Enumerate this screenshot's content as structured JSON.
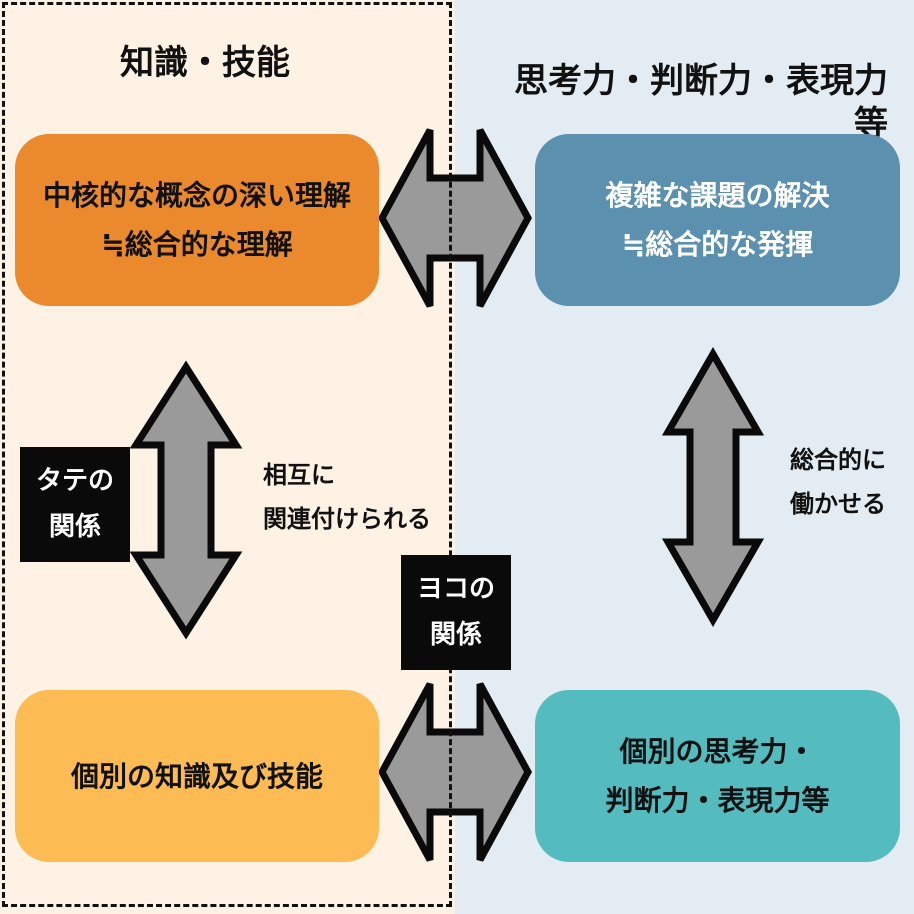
{
  "left_heading": "知識・技能",
  "right_heading": {
    "line1": "思考力・判断力・表現力",
    "line2": "等"
  },
  "boxes": {
    "core_understanding": {
      "line1": "中核的な概念の深い理解",
      "line2": "≒総合的な理解"
    },
    "individual_knowledge": {
      "line1": "個別の知識及び技能"
    },
    "complex_problem": {
      "line1": "複雑な課題の解決",
      "line2": "≒総合的な発揮"
    },
    "individual_thinking": {
      "line1": "個別の思考力・",
      "line2": "判断力・表現力等"
    }
  },
  "labels": {
    "tate": {
      "line1": "タテの",
      "line2": "関係"
    },
    "yoko": {
      "line1": "ヨコの",
      "line2": "関係"
    }
  },
  "notes": {
    "left": {
      "line1": "相互に",
      "line2": "関連付けられる"
    },
    "right": {
      "line1": "総合的に",
      "line2": "働かせる"
    }
  },
  "colors": {
    "left_background": "#fdf2e4",
    "right_background": "#e2ecf2",
    "core_box": "#ea8a2c",
    "knowledge_box": "#fdbb53",
    "complex_box": "#5b90af",
    "thinking_box": "#54bcbf",
    "arrow_fill": "#9a9a9a",
    "arrow_stroke": "#0a0a0a"
  }
}
